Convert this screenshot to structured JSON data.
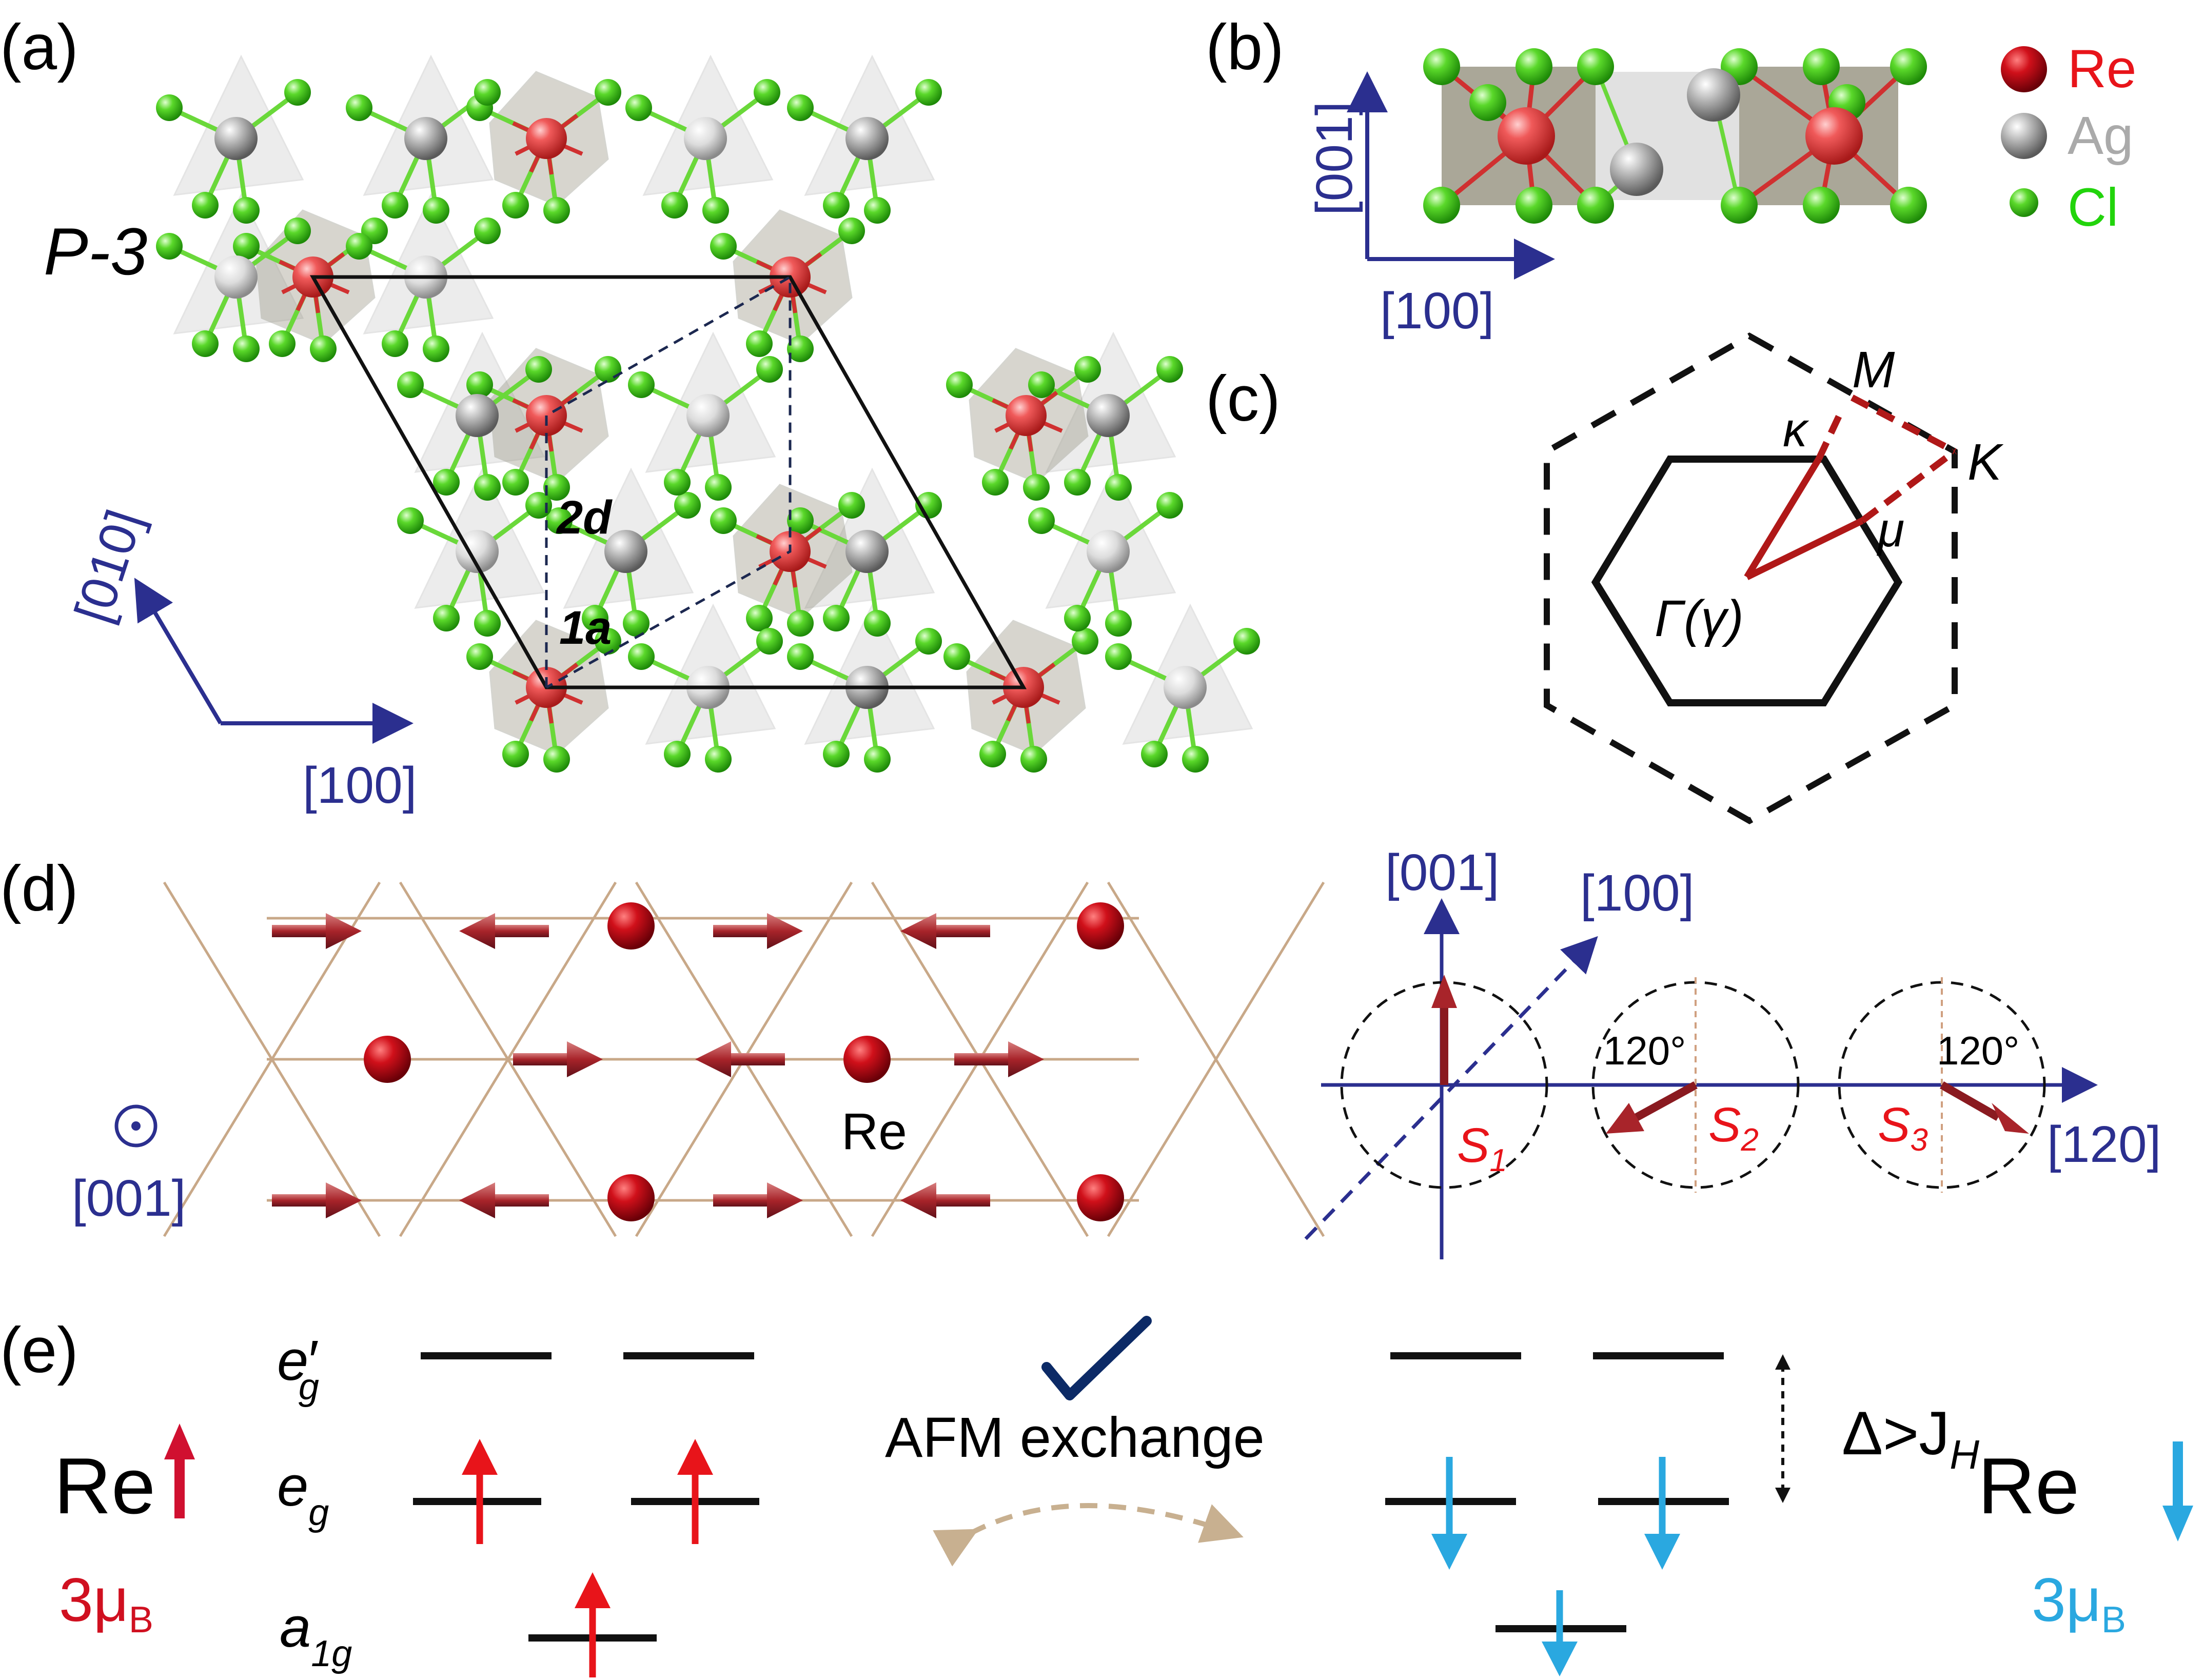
{
  "colors": {
    "re_red": "#e04848",
    "re_dark": "#c0141c",
    "ag_grey": "#9a9a9a",
    "cl_green": "#55d428",
    "axis_blue": "#2b2f8f",
    "spin_up_red": "#e8141a",
    "spin_down_cyan": "#2aa8e0",
    "bond_tan": "#c8a888",
    "check_navy": "#0c2a66",
    "text_dark_red": "#d01020"
  },
  "panels": {
    "a": {
      "label": "(a)",
      "space_group": "P-3",
      "site_2d": "2d",
      "site_1a": "1a",
      "axis_x": "[100]",
      "axis_y": "[010]"
    },
    "b": {
      "label": "(b)",
      "axis_x": "[100]",
      "axis_y": "[001]",
      "legend": [
        {
          "name": "Re",
          "color": "#e8141a"
        },
        {
          "name": "Ag",
          "color": "#aaaaaa"
        },
        {
          "name": "Cl",
          "color": "#22d40c"
        }
      ]
    },
    "c": {
      "label": "(c)",
      "points": {
        "M": "M",
        "K": "K",
        "kappa": "κ",
        "mu": "μ",
        "gamma": "Γ(γ)"
      }
    },
    "d": {
      "label": "(d)",
      "re_label": "Re",
      "out_of_plane_axis": "[001]",
      "axis_vertical": "[001]",
      "axis_diagonal": "[100]",
      "axis_horizontal": "[120]",
      "spins": [
        {
          "label": "S",
          "sub": "1"
        },
        {
          "label": "S",
          "sub": "2",
          "angle": "120°"
        },
        {
          "label": "S",
          "sub": "3",
          "angle": "120°"
        }
      ]
    },
    "e": {
      "label": "(e)",
      "levels": {
        "eg_prime": "e",
        "eg_prime_sub": "g",
        "eg": "e",
        "eg_sub": "g",
        "a1g": "a",
        "a1g_sub": "1g"
      },
      "exchange_label": "AFM exchange",
      "gap_label": "Δ>J",
      "gap_sub": "H",
      "left_ion": "Re",
      "left_moment": "3μ",
      "left_moment_sub": "B",
      "right_ion": "Re",
      "right_moment": "3μ",
      "right_moment_sub": "B"
    }
  }
}
